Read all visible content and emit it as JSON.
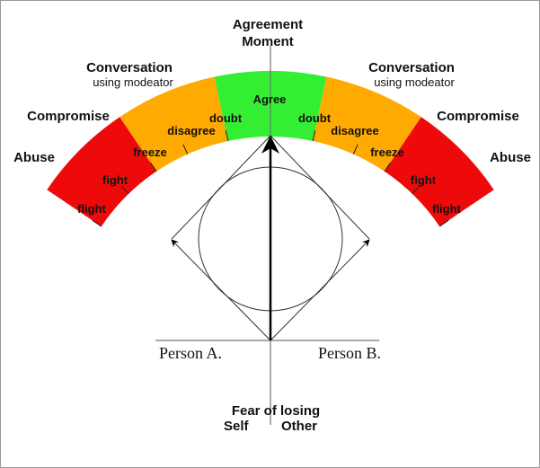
{
  "top": {
    "line1": "Agreement",
    "line2": "Moment"
  },
  "left": {
    "conversation": "Conversation",
    "conversation_sub": "using modeator",
    "compromise": "Compromise",
    "abuse": "Abuse"
  },
  "right": {
    "conversation": "Conversation",
    "conversation_sub": "using modeator",
    "compromise": "Compromise",
    "abuse": "Abuse"
  },
  "arc_labels": {
    "agree": "Agree",
    "doubt": "doubt",
    "disagree": "disagree",
    "freeze": "freeze",
    "fight": "fight",
    "flight": "flight"
  },
  "axis": {
    "person_a": "Person A.",
    "person_b": "Person B."
  },
  "bottom": {
    "line1": "Fear of losing",
    "self": "Self",
    "other": "Other"
  },
  "colors": {
    "green": "#33ee33",
    "orange": "#ffaa00",
    "red": "#ee0a0a"
  }
}
